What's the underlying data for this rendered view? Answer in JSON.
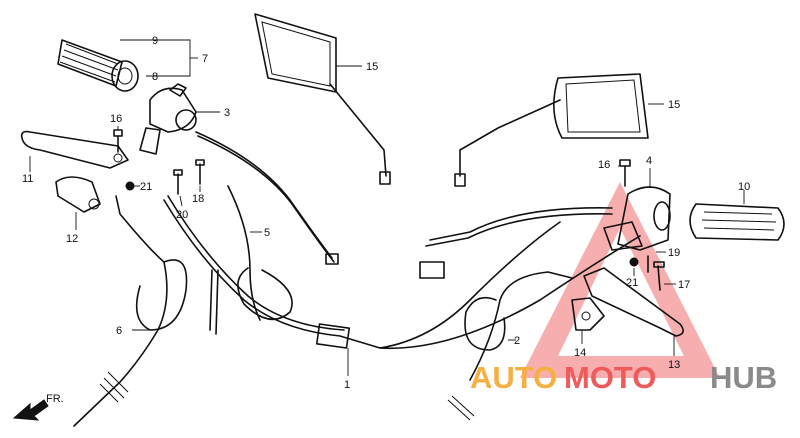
{
  "callouts": {
    "c1": "1",
    "c2": "2",
    "c3": "3",
    "c4": "4",
    "c5": "5",
    "c6": "6",
    "c7": "7",
    "c8": "8",
    "c9": "9",
    "c10": "10",
    "c11": "11",
    "c12": "12",
    "c13": "13",
    "c14": "14",
    "c15a": "15",
    "c15b": "15",
    "c16a": "16",
    "c16b": "16",
    "c17": "17",
    "c18": "18",
    "c19": "19",
    "c20": "20",
    "c21a": "21",
    "c21b": "21"
  },
  "direction_label": "FR.",
  "watermark": {
    "part1": "AUTO",
    "part2": "MOTO",
    "part3": "HUB",
    "colors": {
      "orange": "#f5b041",
      "red": "#ef5a5a",
      "gray": "#8a8a8a",
      "triangle": "#ef6b6b"
    }
  }
}
